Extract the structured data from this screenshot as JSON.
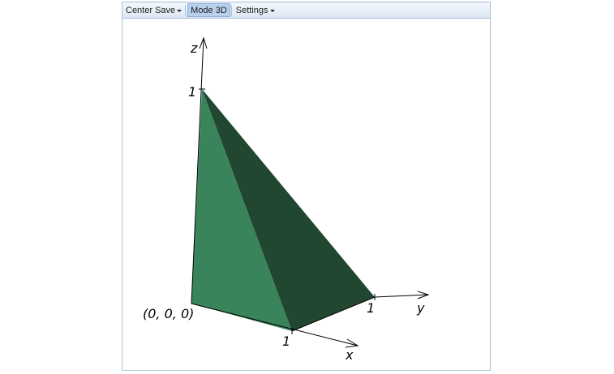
{
  "toolbar": {
    "center_save_label": "Center Save",
    "mode_label": "Mode 3D",
    "settings_label": "Settings"
  },
  "plot": {
    "axis_x_label": "x",
    "axis_y_label": "y",
    "axis_z_label": "z",
    "tick_x": "1",
    "tick_y": "1",
    "tick_z": "1",
    "origin_label": "(0, 0, 0)",
    "colors": {
      "face_light": "#3a845b",
      "face_dark": "#214731",
      "axis": "#000000"
    }
  }
}
